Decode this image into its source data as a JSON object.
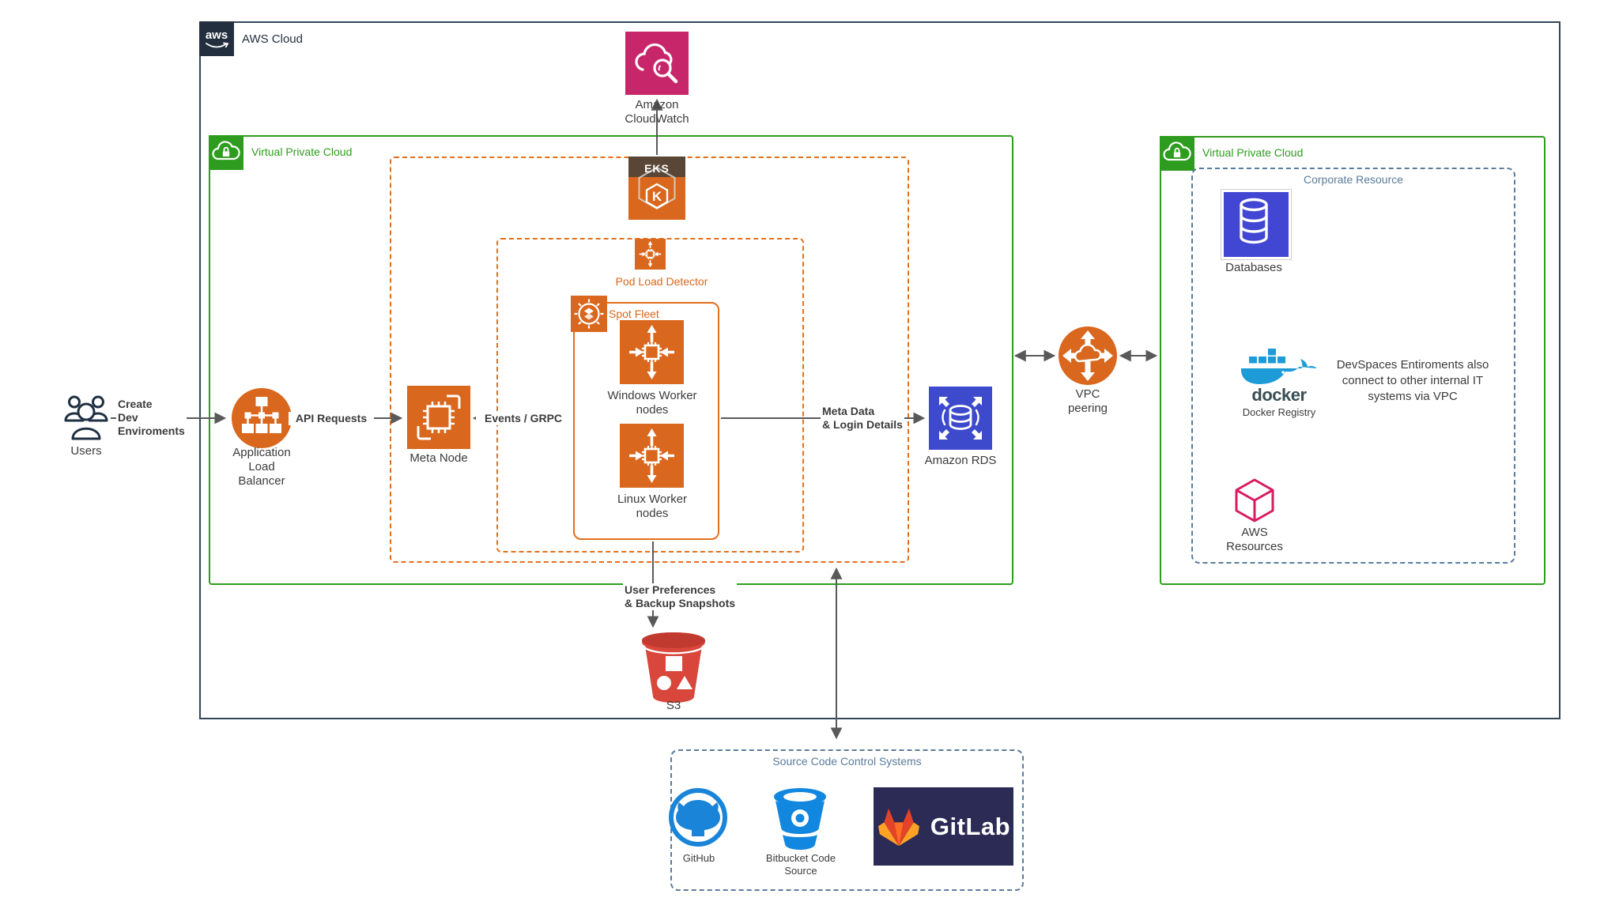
{
  "diagram": {
    "aws_cloud": {
      "label": "AWS Cloud",
      "logo_text": "aws"
    },
    "left_vpc": {
      "label": "Virtual Private Cloud"
    },
    "right_vpc": {
      "label": "Virtual Private Cloud"
    },
    "eks_cluster": {
      "label": "EKS",
      "k8s_letter": "K"
    },
    "pod_load_detector": {
      "label": "Pod Load Detector"
    },
    "spot_fleet": {
      "label": "Spot Fleet"
    },
    "corporate_resource": {
      "label": "Corporate Resource"
    },
    "source_code_box": {
      "label": "Source Code Control Systems"
    },
    "nodes": {
      "users": {
        "label": "Users"
      },
      "alb": {
        "label": "Application\nLoad\nBalancer"
      },
      "meta_node": {
        "label": "Meta Node"
      },
      "windows_workers": {
        "label": "Windows Worker\nnodes"
      },
      "linux_workers": {
        "label": "Linux Worker\nnodes"
      },
      "cloudwatch": {
        "label": "Amazon\nCloudWatch"
      },
      "rds": {
        "label": "Amazon RDS"
      },
      "vpc_peering": {
        "label": "VPC\npeering"
      },
      "s3": {
        "label": "S3"
      },
      "databases": {
        "label": "Databases"
      },
      "docker_registry": {
        "label": "Docker Registry",
        "wordmark": "docker"
      },
      "aws_resources": {
        "label": "AWS\nResources"
      },
      "github": {
        "label": "GitHub"
      },
      "bitbucket": {
        "label": "Bitbucket Code\nSource"
      },
      "gitlab": {
        "label": "GitLab"
      }
    },
    "edges": {
      "create_dev": {
        "label": "Create\nDev\nEnviroments"
      },
      "api_requests": {
        "label": "API Requests"
      },
      "events_grpc": {
        "label": "Events /  GRPC"
      },
      "meta_data": {
        "label": "Meta Data\n& Login Details"
      },
      "user_prefs": {
        "label": "User Preferences\n& Backup Snapshots"
      }
    },
    "note": {
      "text": "DevSpaces Entiroments also\nconnect to other internal IT\nsystems via VPC"
    },
    "colors": {
      "aws_navy": "#232F3E",
      "aws_border": "#32465A",
      "vpc_green": "#2E9C1E",
      "orange": "#D9671D",
      "dash_orange": "#E2701C",
      "eks_brown": "#5A4636",
      "cloudwatch_pink": "#C7266B",
      "rds_indigo": "#3E4ACC",
      "databases_indigo": "#4147D3",
      "s3_red": "#D9473C",
      "blue_gray": "#5B7B9C",
      "resources_crimson": "#D81B60",
      "docker_blue": "#1D9BD7",
      "github_blue": "#1A84D8",
      "bitbucket_blue": "#1287E0",
      "gitlab_navy": "#2B2B55",
      "arrow_gray": "#595959"
    }
  }
}
